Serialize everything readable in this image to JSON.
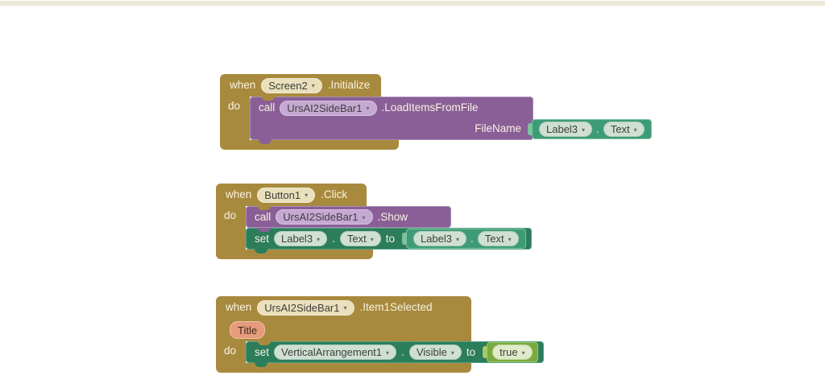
{
  "canvas": {
    "background": "#ffffff",
    "top_strip_color": "#ece8d9"
  },
  "palette": {
    "event_gold": "#a88a3e",
    "method_purple": "#8a5f98",
    "setter_green": "#2b7d5c",
    "getter_green": "#3e9b77",
    "logic_green": "#7ba83f",
    "param_salmon": "#e59b7c",
    "pill_cream": "#eae0bc"
  },
  "keywords": {
    "when": "when",
    "do": "do",
    "call": "call",
    "set": "set",
    "to": "to",
    "dot": "."
  },
  "icons": {
    "dropdown_arrow": "▾"
  },
  "block1": {
    "component": "Screen2",
    "event": ".Initialize",
    "method_component": "UrsAI2SideBar1",
    "method": ".LoadItemsFromFile",
    "param_name": "FileName",
    "arg_component": "Label3",
    "arg_property": "Text"
  },
  "block2": {
    "component": "Button1",
    "event": ".Click",
    "method_component": "UrsAI2SideBar1",
    "method": ".Show",
    "set_component": "Label3",
    "set_property": "Text",
    "value_component": "Label3",
    "value_property": "Text"
  },
  "block3": {
    "component": "UrsAI2SideBar1",
    "event": ".Item1Selected",
    "param": "Title",
    "set_component": "VerticalArrangement1",
    "set_property": "Visible",
    "value": "true"
  }
}
